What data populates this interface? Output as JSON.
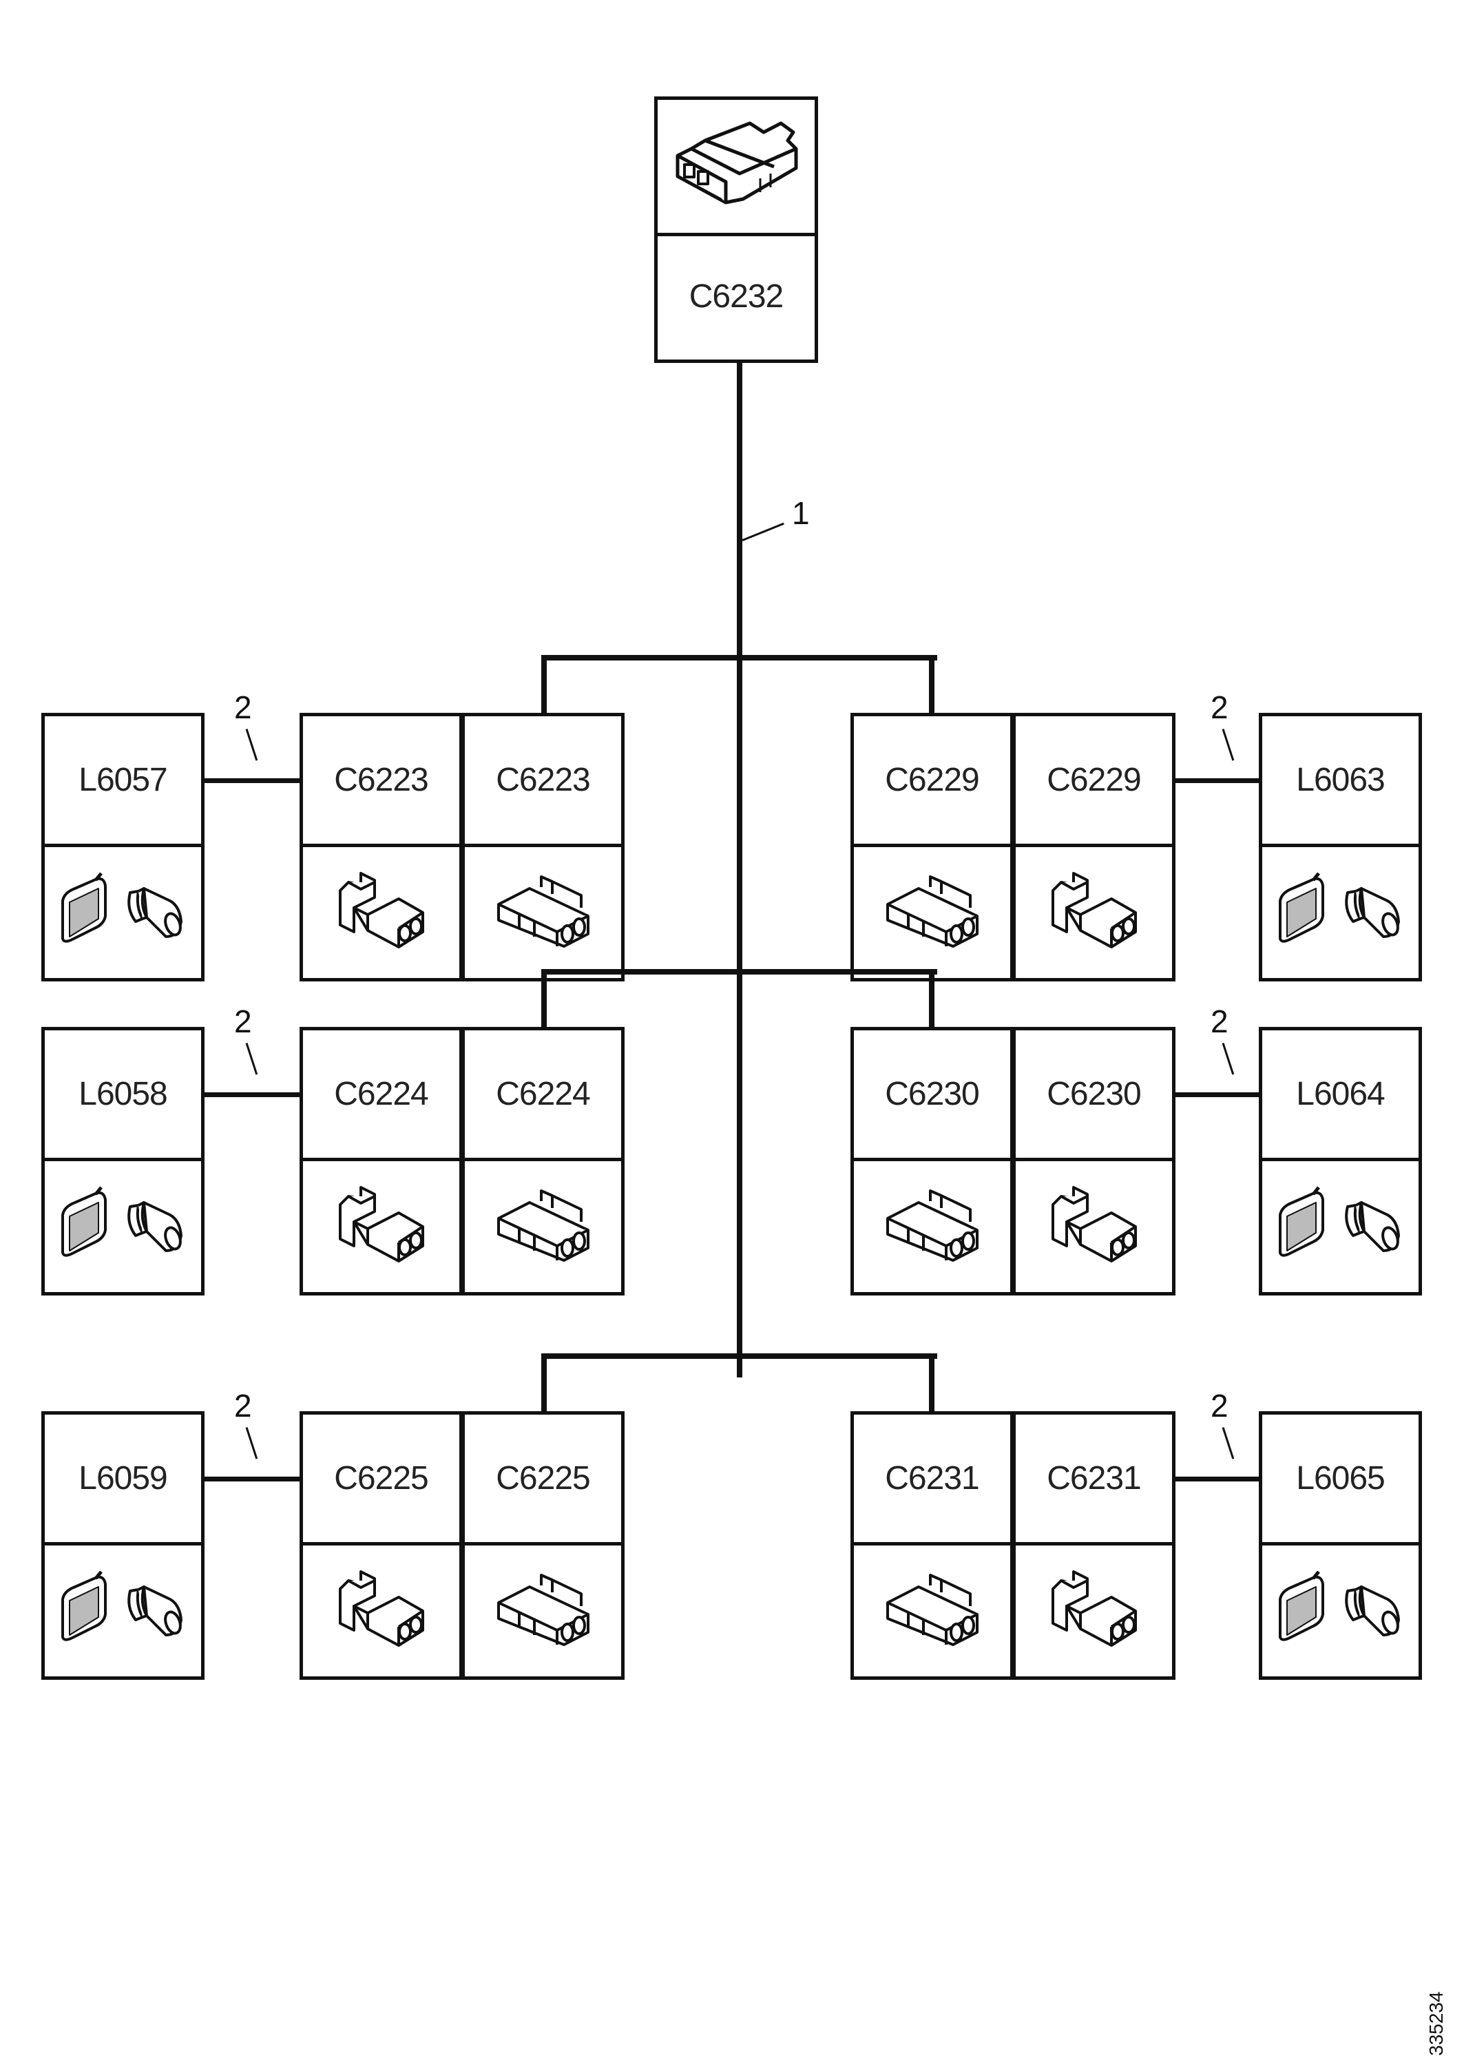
{
  "diagram": {
    "type": "wiring-harness-connector-tree",
    "root": {
      "id": "C6232",
      "icon": "multi-pin-connector-icon"
    },
    "main_wire_callout": "1",
    "branch_wire_callout": "2",
    "branches": [
      {
        "row": 1,
        "left": {
          "lamp": {
            "id": "L6057",
            "icon": "lamp-and-bulb-icon"
          },
          "connectors": [
            {
              "id": "C6223",
              "icon": "male-connector-icon"
            },
            {
              "id": "C6223",
              "icon": "female-connector-icon"
            }
          ]
        },
        "right": {
          "connectors": [
            {
              "id": "C6229",
              "icon": "female-connector-icon"
            },
            {
              "id": "C6229",
              "icon": "male-connector-icon"
            }
          ],
          "lamp": {
            "id": "L6063",
            "icon": "lamp-and-bulb-icon"
          }
        }
      },
      {
        "row": 2,
        "left": {
          "lamp": {
            "id": "L6058",
            "icon": "lamp-and-bulb-icon"
          },
          "connectors": [
            {
              "id": "C6224",
              "icon": "male-connector-icon"
            },
            {
              "id": "C6224",
              "icon": "female-connector-icon"
            }
          ]
        },
        "right": {
          "connectors": [
            {
              "id": "C6230",
              "icon": "female-connector-icon"
            },
            {
              "id": "C6230",
              "icon": "male-connector-icon"
            }
          ],
          "lamp": {
            "id": "L6064",
            "icon": "lamp-and-bulb-icon"
          }
        }
      },
      {
        "row": 3,
        "left": {
          "lamp": {
            "id": "L6059",
            "icon": "lamp-and-bulb-icon"
          },
          "connectors": [
            {
              "id": "C6225",
              "icon": "male-connector-icon"
            },
            {
              "id": "C6225",
              "icon": "female-connector-icon"
            }
          ]
        },
        "right": {
          "connectors": [
            {
              "id": "C6231",
              "icon": "female-connector-icon"
            },
            {
              "id": "C6231",
              "icon": "male-connector-icon"
            }
          ],
          "lamp": {
            "id": "L6065",
            "icon": "lamp-and-bulb-icon"
          }
        }
      }
    ],
    "document_id": "335234"
  }
}
